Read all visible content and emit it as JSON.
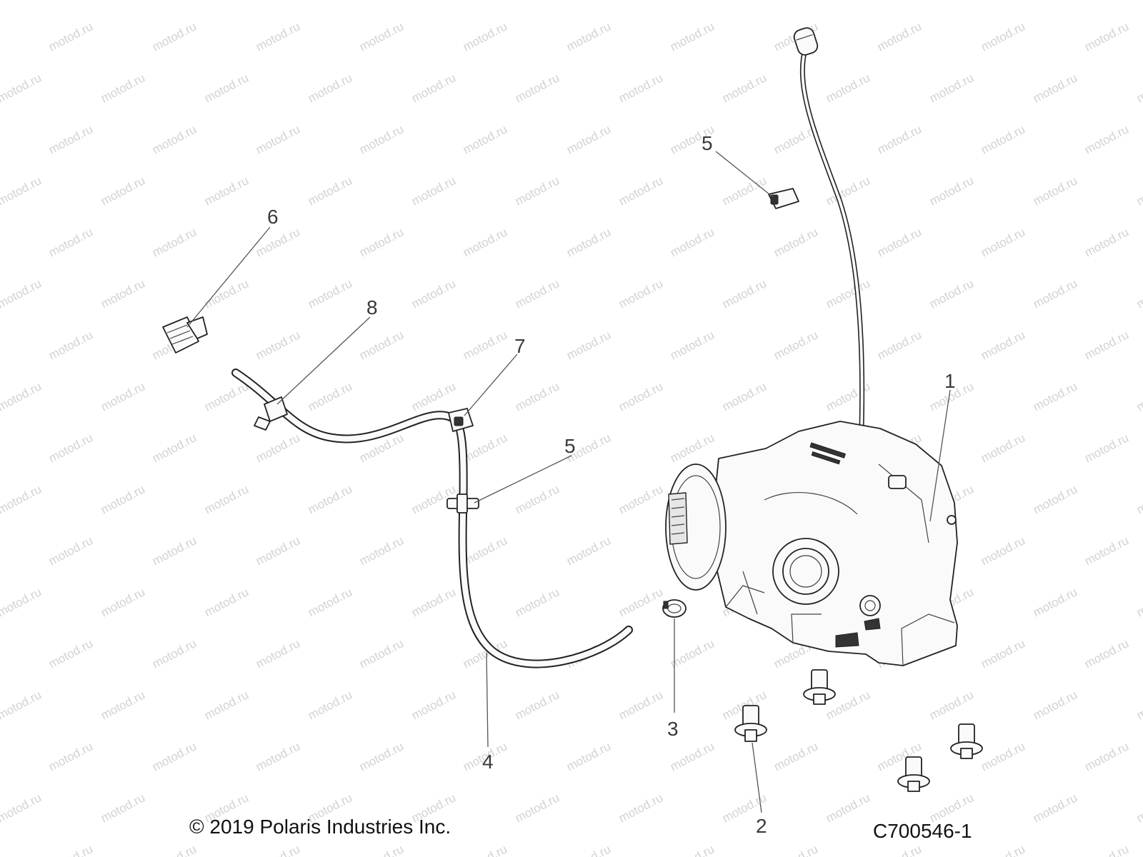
{
  "watermark": {
    "text": "motod.ru"
  },
  "callouts": {
    "c1": "1",
    "c2": "2",
    "c3": "3",
    "c4": "4",
    "c5a": "5",
    "c5b": "5",
    "c6": "6",
    "c7": "7",
    "c8": "8"
  },
  "footer": {
    "copyright": "© 2019 Polaris Industries Inc.",
    "illustration_code": "C700546-1"
  }
}
